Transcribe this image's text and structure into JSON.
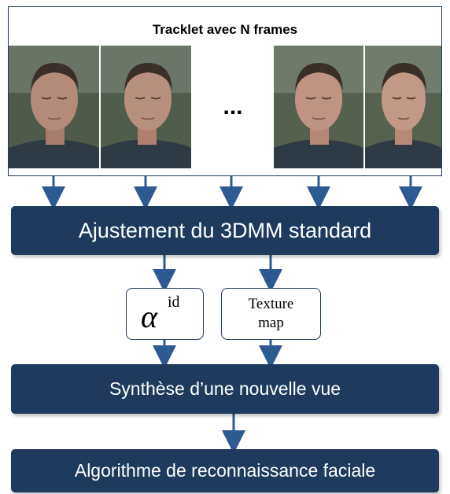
{
  "tracklet": {
    "title": "Tracklet avec N frames",
    "ellipsis": "..."
  },
  "frames": [
    {
      "name": "frame-1",
      "tone": "#b48a78"
    },
    {
      "name": "frame-2",
      "tone": "#b89080"
    },
    {
      "name": "frame-4",
      "tone": "#c09484"
    },
    {
      "name": "frame-5",
      "tone": "#c29886"
    }
  ],
  "steps": {
    "fitting": "Ajustement du 3DMM standard",
    "synthesis": "Synthèse d’une nouvelle vue",
    "recognition": "Algorithme de reconnaissance faciale"
  },
  "params": {
    "alpha_symbol": "α",
    "alpha_superscript": "id",
    "texture_line1": "Texture",
    "texture_line2": "map"
  },
  "colors": {
    "bar": "#1f3a5f",
    "arrow": "#2d5a91"
  }
}
